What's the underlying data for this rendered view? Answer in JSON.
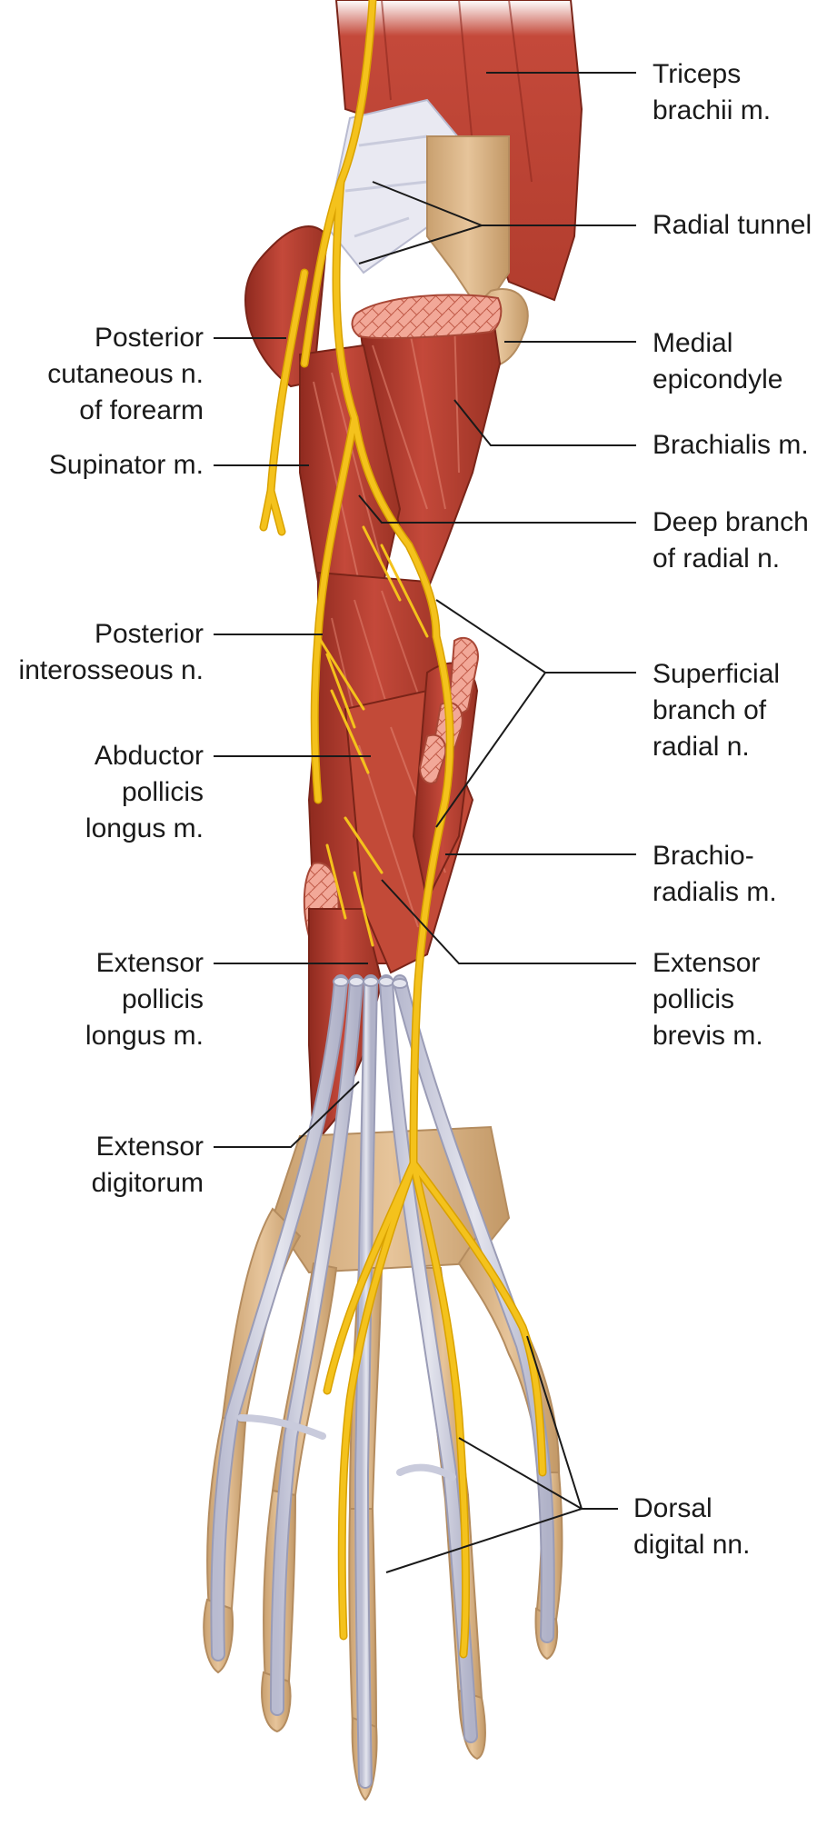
{
  "figure": {
    "colors": {
      "muscle": "#b8402f",
      "muscle_dark": "#8f2a1f",
      "muscle_light": "#d8604a",
      "nerve": "#f4c21c",
      "nerve_outline": "#d9a200",
      "tendon": "#c9cbdc",
      "tendon_outline": "#9a9cb6",
      "bone": "#d9b283",
      "bone_outline": "#b48c5f",
      "cut_surface": "#f0a090",
      "leader_line": "#1a1a1a"
    },
    "labels": {
      "triceps": "Triceps\nbrachii m.",
      "radial_tunnel": "Radial tunnel",
      "medial_epicondyle": "Medial\nepicondyle",
      "brachialis": "Brachialis m.",
      "deep_branch": "Deep branch\nof radial n.",
      "superficial_branch": "Superficial\nbranch of\nradial n.",
      "brachioradialis": "Brachio-\nradialis m.",
      "epb": "Extensor\npollicis\nbrevis m.",
      "dorsal_digital": "Dorsal\ndigital nn.",
      "post_cutaneous": "Posterior\ncutaneous n.\nof forearm",
      "supinator": "Supinator m.",
      "post_interosseous": "Posterior\ninterosseous n.",
      "apl": "Abductor\npollicis\nlongus m.",
      "epl": "Extensor\npollicis\nlongus m.",
      "ext_digitorum": "Extensor\ndigitorum"
    }
  }
}
